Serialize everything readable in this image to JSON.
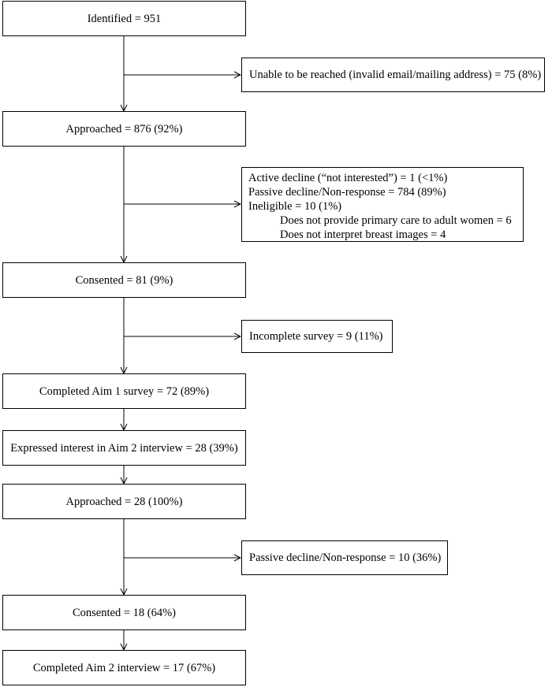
{
  "flow": {
    "identified": "Identified = 951",
    "unreachable": "Unable to be reached (invalid email/mailing address) = 75 (8%)",
    "approached1": "Approached = 876 (92%)",
    "exclusions": {
      "active_decline": "Active decline (“not interested”) = 1 (<1%)",
      "passive_decline": "Passive decline/Non-response = 784 (89%)",
      "ineligible": "Ineligible = 10 (1%)",
      "no_primary_care": "Does not provide primary care to adult women = 6",
      "no_breast_images": "Does not interpret breast images = 4"
    },
    "consented1": "Consented = 81 (9%)",
    "incomplete": "Incomplete survey = 9 (11%)",
    "completed_aim1": "Completed Aim 1 survey = 72 (89%)",
    "interest_aim2": "Expressed interest in Aim 2 interview = 28 (39%)",
    "approached2": "Approached = 28 (100%)",
    "passive_decline2": "Passive decline/Non-response = 10 (36%)",
    "consented2": "Consented = 18 (64%)",
    "completed_aim2": "Completed Aim 2 interview = 17 (67%)"
  }
}
